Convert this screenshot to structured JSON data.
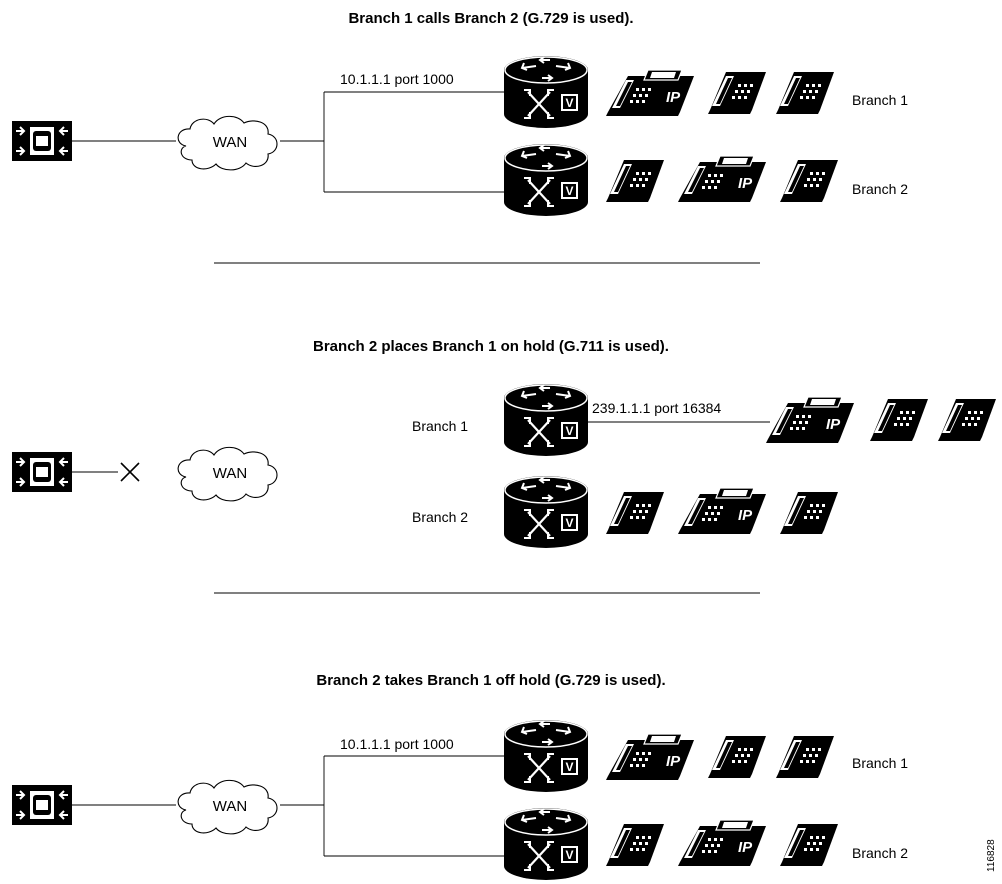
{
  "panels": [
    {
      "title": "Branch 1 calls Branch 2 (G.729 is used).",
      "cloud_label": "WAN",
      "link_label": "10.1.1.1 port 1000",
      "branch_labels": [
        "Branch 1",
        "Branch 2"
      ]
    },
    {
      "title": "Branch 2 places Branch 1 on hold (G.711 is used).",
      "cloud_label": "WAN",
      "link_label": "239.1.1.1 port 16384",
      "branch_labels": [
        "Branch 1",
        "Branch 2"
      ]
    },
    {
      "title": "Branch 2 takes Branch 1 off hold (G.729 is used).",
      "cloud_label": "WAN",
      "link_label": "10.1.1.1 port 1000",
      "branch_labels": [
        "Branch 1",
        "Branch 2"
      ]
    }
  ],
  "icons": {
    "call_manager": "call-manager-icon",
    "router": "voice-router-icon",
    "ip_phone": "ip-phone-icon",
    "analog_phone": "analog-phone-icon",
    "cloud": "wan-cloud-icon",
    "disconnect": "disconnect-x-icon"
  },
  "phone_glyph_text": "IP",
  "router_glyph_text": "V",
  "figure_id": "116828"
}
